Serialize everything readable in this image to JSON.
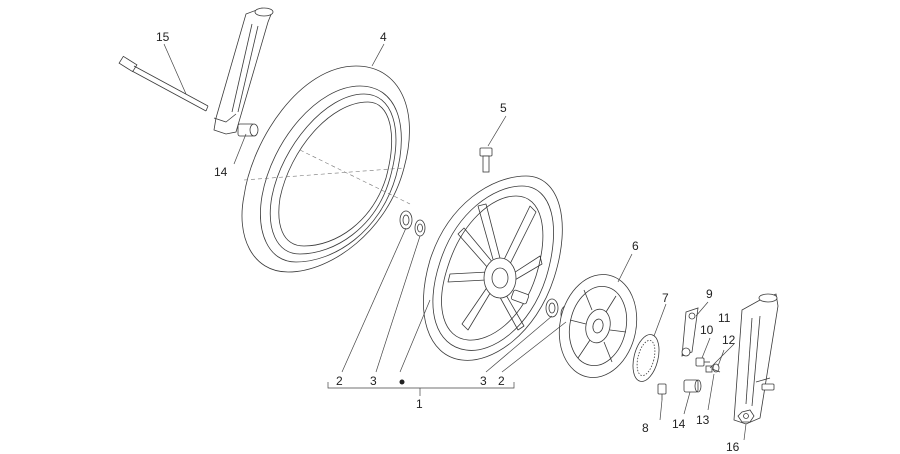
{
  "diagram": {
    "callouts": {
      "c1": "1",
      "c2a": "2",
      "c2b": "2",
      "c3a": "3",
      "c3b": "3",
      "c4": "4",
      "c5": "5",
      "c6": "6",
      "c7": "7",
      "c8": "8",
      "c9": "9",
      "c10": "10",
      "c11": "11",
      "c12": "12",
      "c13": "13",
      "c14a": "14",
      "c14b": "14",
      "c15": "15",
      "c16": "16"
    },
    "colors": {
      "line": "#3a3a3a",
      "text": "#222222",
      "background": "#ffffff"
    }
  }
}
